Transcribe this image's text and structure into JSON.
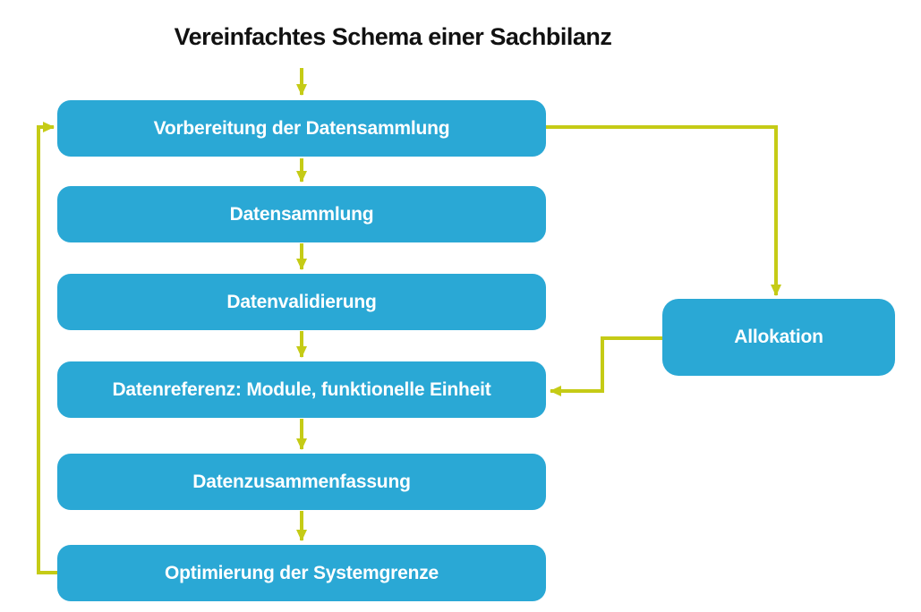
{
  "title": "Vereinfachtes Schema einer Sachbilanz",
  "boxes": [
    {
      "id": "vorbereitung",
      "label": "Vorbereitung der Datensammlung"
    },
    {
      "id": "datensammlung",
      "label": "Datensammlung"
    },
    {
      "id": "datenvalidierung",
      "label": "Datenvalidierung"
    },
    {
      "id": "datenreferenz",
      "label": "Datenreferenz: Module, funktionelle Einheit"
    },
    {
      "id": "datenzusammenfassung",
      "label": "Datenzusammenfassung"
    },
    {
      "id": "optimierung",
      "label": "Optimierung der Systemgrenze"
    }
  ],
  "side_box": {
    "id": "allokation",
    "label": "Allokation"
  },
  "connections": [
    {
      "from": "title",
      "to": "vorbereitung",
      "shape": "straight-down-arrow"
    },
    {
      "from": "vorbereitung",
      "to": "datensammlung",
      "shape": "straight-down-arrow"
    },
    {
      "from": "datensammlung",
      "to": "datenvalidierung",
      "shape": "straight-down-arrow"
    },
    {
      "from": "datenvalidierung",
      "to": "datenreferenz",
      "shape": "straight-down-arrow"
    },
    {
      "from": "datenreferenz",
      "to": "datenzusammenfassung",
      "shape": "straight-down-arrow"
    },
    {
      "from": "datenzusammenfassung",
      "to": "optimierung",
      "shape": "straight-down-arrow"
    },
    {
      "from": "vorbereitung",
      "to": "allokation",
      "shape": "elbow-right-then-down"
    },
    {
      "from": "allokation",
      "to": "datenreferenz",
      "shape": "elbow-left-down-left"
    },
    {
      "from": "optimierung",
      "to": "vorbereitung",
      "shape": "feedback-loop-left-up"
    }
  ],
  "colors": {
    "box_fill": "#2AA8D5",
    "box_text": "#FFFFFF",
    "arrow": "#C5CB16",
    "title_text": "#111111",
    "background": "#FFFFFF"
  }
}
